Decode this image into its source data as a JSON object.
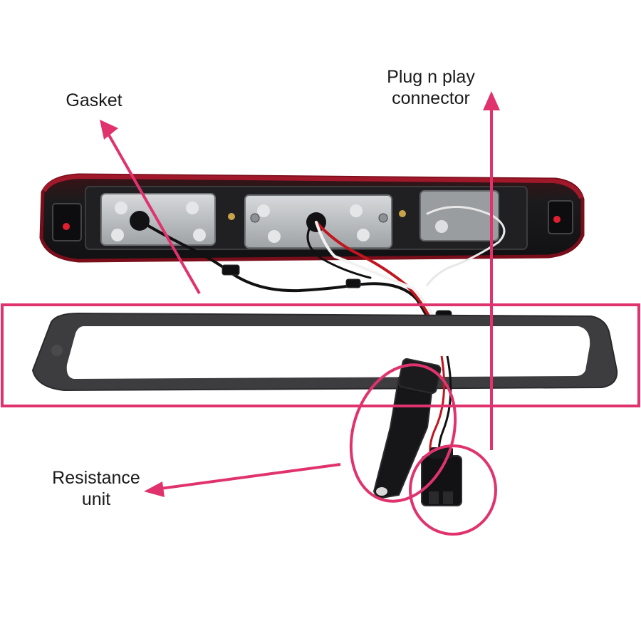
{
  "annotations": {
    "gasket": {
      "line1": "Gasket"
    },
    "plug": {
      "line1": "Plug n play",
      "line2": "connector"
    },
    "resistance": {
      "line1": "Resistance",
      "line2": "unit"
    }
  },
  "colors": {
    "annotation": "#e0336e",
    "lamp_body": "#1c1c1e",
    "lamp_red": "#8b1020",
    "gasket": "#3a3a3c",
    "metal": "#b9bbbd"
  }
}
